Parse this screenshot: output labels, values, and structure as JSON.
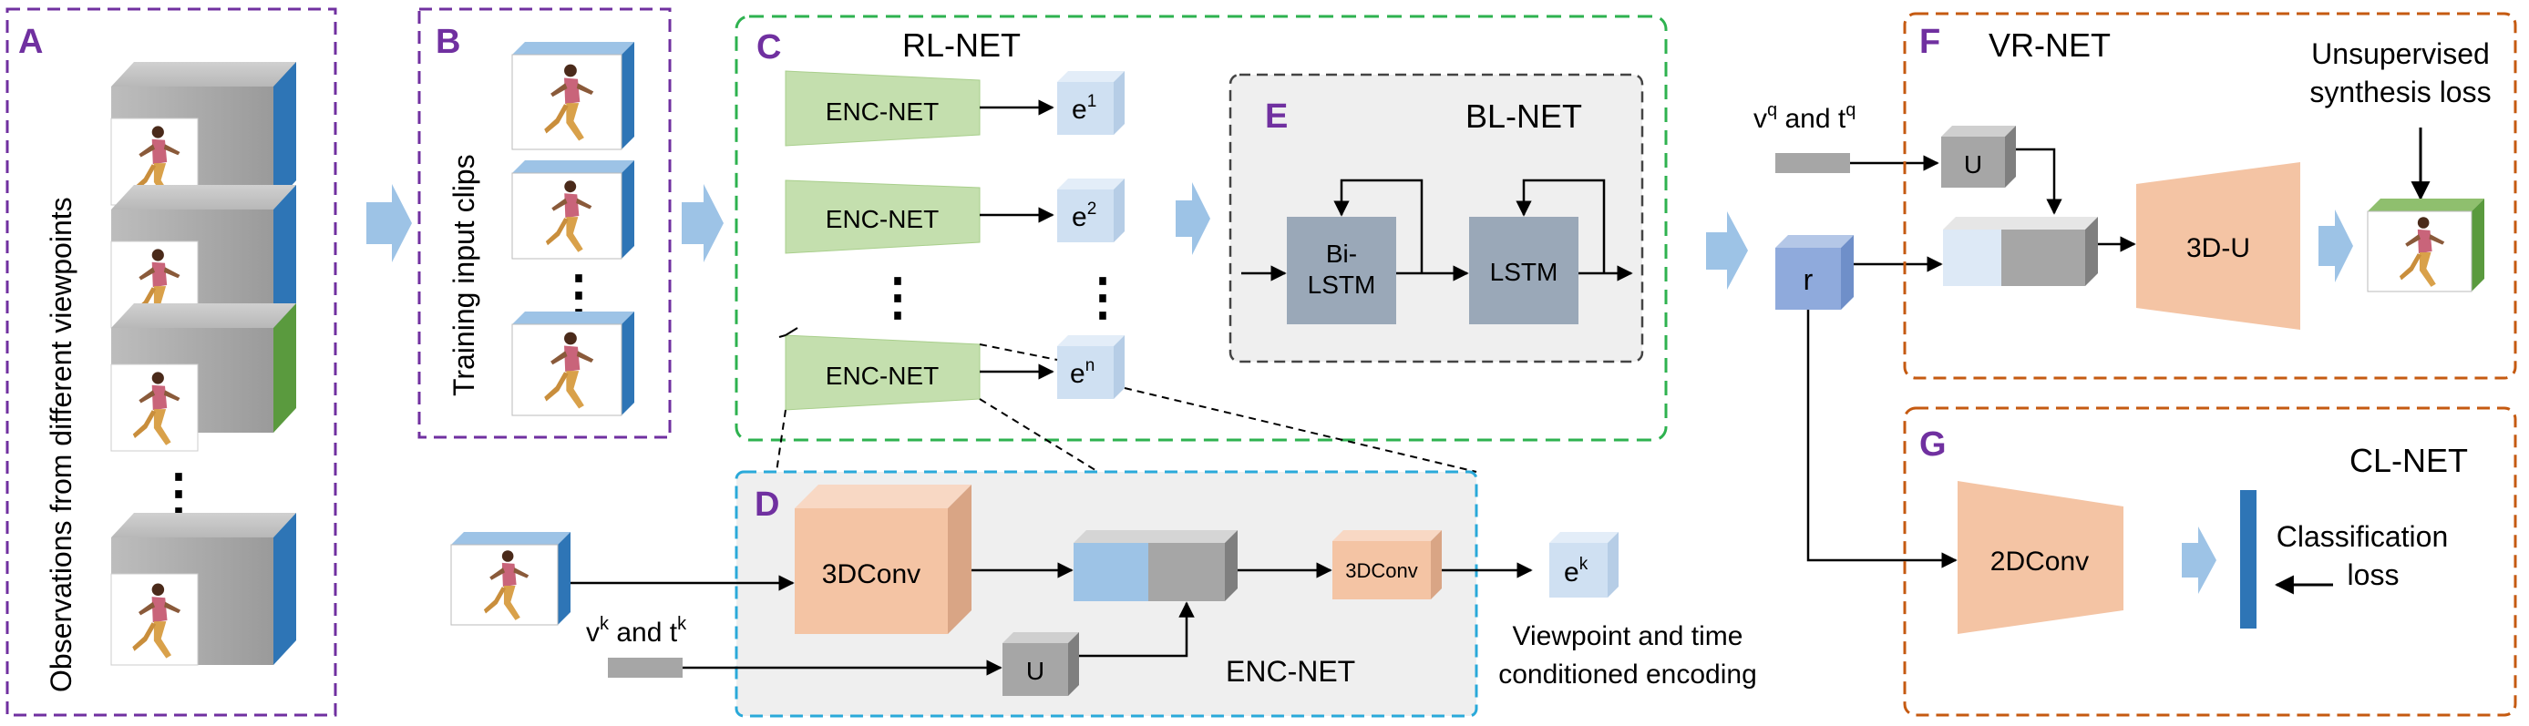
{
  "colors": {
    "purple": "#7030a0",
    "green": "#2eb24f",
    "cyan": "#2aa9d9",
    "gray_dash": "#555555",
    "orange_dash": "#c55a11",
    "encoder_green": "#c4dfae",
    "peach": "#f4c4a4",
    "light_blue": "#cfe0f2",
    "block_blue": "#2e75b6",
    "block_green": "#5a9a3e",
    "arrow_blue": "#9dc3e6",
    "r_blue": "#8faadc",
    "lstm_gray": "#9aa8b8",
    "u_gray": "#a6a6a6",
    "dark_bar": "#2e75b6"
  },
  "panels": {
    "A": {
      "letter": "A",
      "caption": "Observations from different viewpoints"
    },
    "B": {
      "letter": "B",
      "caption": "Training input clips"
    },
    "C": {
      "letter": "C",
      "title": "RL-NET"
    },
    "D": {
      "letter": "D",
      "caption": "ENC-NET"
    },
    "E": {
      "letter": "E",
      "title": "BL-NET"
    },
    "F": {
      "letter": "F",
      "title": "VR-NET",
      "loss": [
        "Unsupervised",
        "synthesis loss"
      ]
    },
    "G": {
      "letter": "G",
      "title": "CL-NET",
      "loss": [
        "Classification",
        "loss"
      ]
    }
  },
  "labels": {
    "enc_net": "ENC-NET",
    "e_base": "e",
    "e_sups": [
      "1",
      "2",
      "n"
    ],
    "ek_base": "e",
    "ek_sup": "k",
    "bi_lstm": [
      "Bi-",
      "LSTM"
    ],
    "lstm": "LSTM",
    "conv3d": "3DConv",
    "conv3d_small": "3DConv",
    "u": "U",
    "r": "r",
    "u3d": "3D-U",
    "conv2d": "2DConv",
    "vq_v": "v",
    "vq_v_sup": "q",
    "vq_and": " and t",
    "vq_t_sup": "q",
    "vk_v": "v",
    "vk_v_sup": "k",
    "vk_and": " and t",
    "vk_t_sup": "k",
    "viewpoint_caption": [
      "Viewpoint and time",
      "conditioned encoding"
    ],
    "dots": "⋮"
  }
}
